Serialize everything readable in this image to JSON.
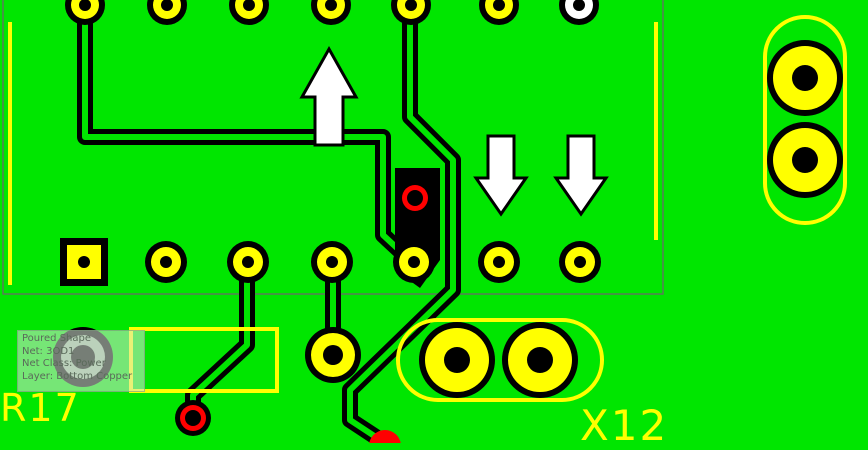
{
  "board": {
    "colors": {
      "copper_pour": "#00e600",
      "trace": "#000000",
      "pad": "#ffff00",
      "silkscreen": "#ffff00",
      "via_ring": "#ff0000",
      "outline": "#5a7a5a",
      "arrow": "#ffffff"
    }
  },
  "labels": {
    "r17": "R17",
    "x12": "X12"
  },
  "tooltip": {
    "line1": "Poured Shape",
    "line2": "Net: 3OD1",
    "line3": "Net Class: Power",
    "line4": "Layer: Bottom Copper"
  },
  "icons": {
    "up_arrow": "arrow-up-icon",
    "down_arrow": "arrow-down-icon"
  }
}
